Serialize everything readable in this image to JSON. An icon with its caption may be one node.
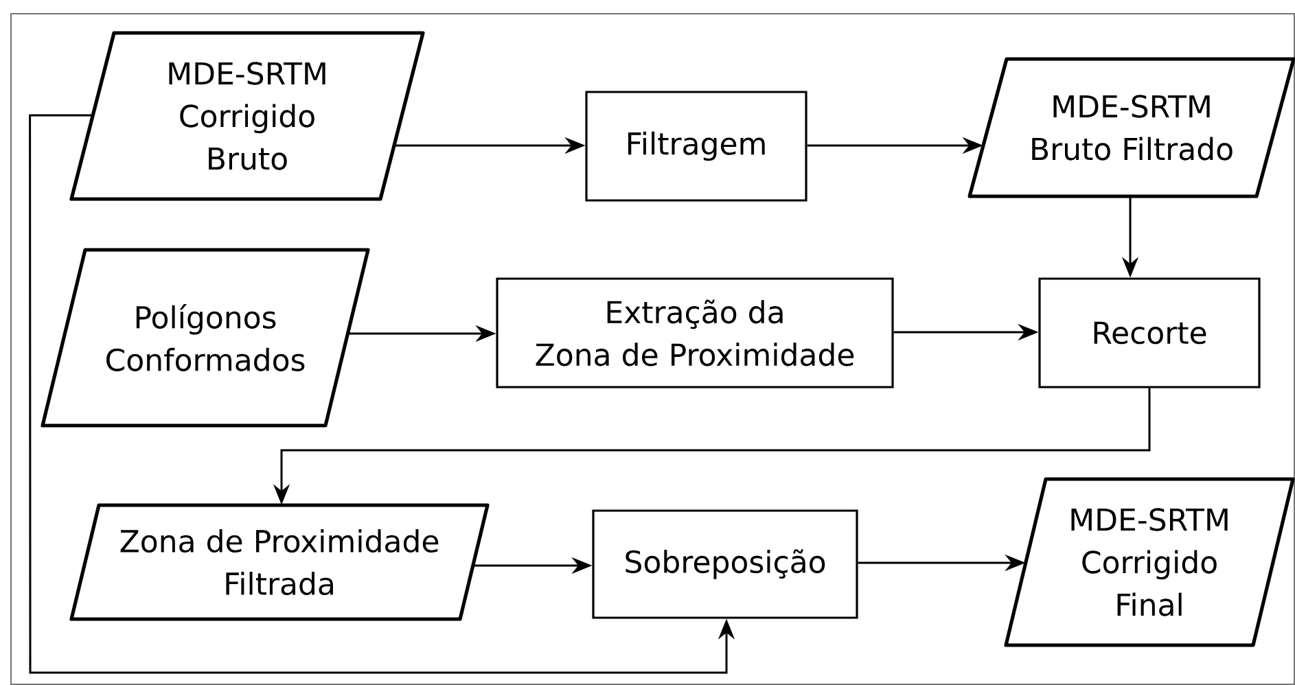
{
  "diagram": {
    "nodes": [
      {
        "text": [
          "MDE-SRTM Corrigido Bruto"
        ]
      },
      {
        "text": [
          "Filtragem"
        ]
      },
      {
        "text": [
          "MDE-SRTM Bruto Filtrado"
        ]
      },
      {
        "text": [
          "Polígonos Conformados"
        ]
      },
      {
        "text": [
          "Extração da Zona de Proximidade"
        ]
      },
      {
        "text": [
          "Recorte"
        ]
      },
      {
        "text": [
          "Zona de Proximidade Filtrada"
        ]
      },
      {
        "text": [
          "Sobreposição"
        ]
      },
      {
        "text": [
          "MDE-SRTM Corrigido Final"
        ]
      }
    ],
    "edges": [
      {
        "from": 0,
        "to": 1,
        "arrow": "to"
      },
      {
        "from": 1,
        "to": 2,
        "arrow": "to"
      },
      {
        "from": 2,
        "to": 5,
        "arrow": "to"
      },
      {
        "from": 3,
        "to": 4,
        "arrow": "to"
      },
      {
        "from": 4,
        "to": 5,
        "arrow": "to"
      },
      {
        "from": 5,
        "to": 6,
        "arrow": "to"
      },
      {
        "from": 6,
        "to": 7,
        "arrow": "to"
      },
      {
        "from": 7,
        "to": 8,
        "arrow": "to"
      },
      {
        "from": 0,
        "to": 7,
        "arrow": "to"
      }
    ]
  }
}
